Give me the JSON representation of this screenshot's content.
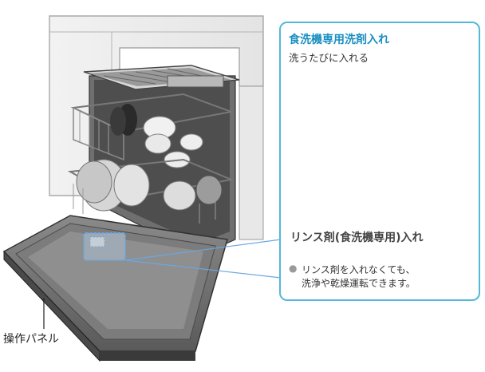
{
  "labels": {
    "detergent_title": "食洗機専用洗剤入れ",
    "detergent_subtitle": "洗うたびに入れる",
    "rinse_title": "リンス剤(食洗機専用)入れ",
    "note_bullet": "●",
    "note_line1": "リンス剤を入れなくても、",
    "note_line2": "洗浄や乾燥運転できます。",
    "panel_label": "操作パネル"
  },
  "colors": {
    "accent": "#1b8fc0",
    "callout_border": "#55b8d8",
    "highlight": "#6aa8e0"
  }
}
